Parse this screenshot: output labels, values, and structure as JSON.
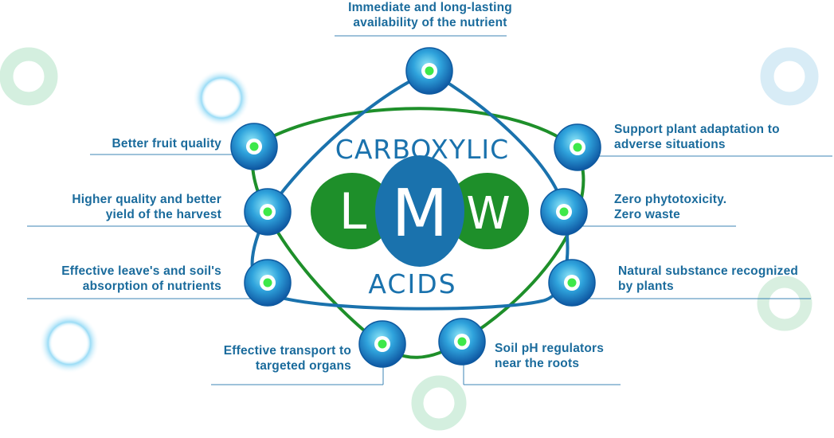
{
  "diagram": {
    "top_word": "CARBOXYLIC",
    "bottom_word": "ACIDS",
    "letters": [
      "L",
      "M",
      "W"
    ],
    "labels": {
      "top": [
        "Immediate and long-lasting",
        "availability of the nutrient"
      ],
      "fruit": [
        "Better fruit quality"
      ],
      "harvest": [
        "Higher quality and better",
        "yield of the harvest"
      ],
      "absorption": [
        "Effective leave's and soil's",
        "absorption of nutrients"
      ],
      "transport": [
        "Effective transport to",
        "targeted organs"
      ],
      "ph": [
        "Soil pH regulators",
        "near the roots"
      ],
      "natural": [
        "Natural substance recognized",
        "by plants"
      ],
      "phyto": [
        "Zero phytotoxicity.",
        "Zero waste"
      ],
      "adapt": [
        "Support plant adaptation to",
        "adverse situations"
      ]
    },
    "colors": {
      "blue": "#1a72ad",
      "green": "#1e8f2a",
      "text": "#1a6b9c",
      "node_dot": "#3ee84a",
      "ring_green": "#d4efdf",
      "ring_blue": "#cfe8f5"
    }
  }
}
